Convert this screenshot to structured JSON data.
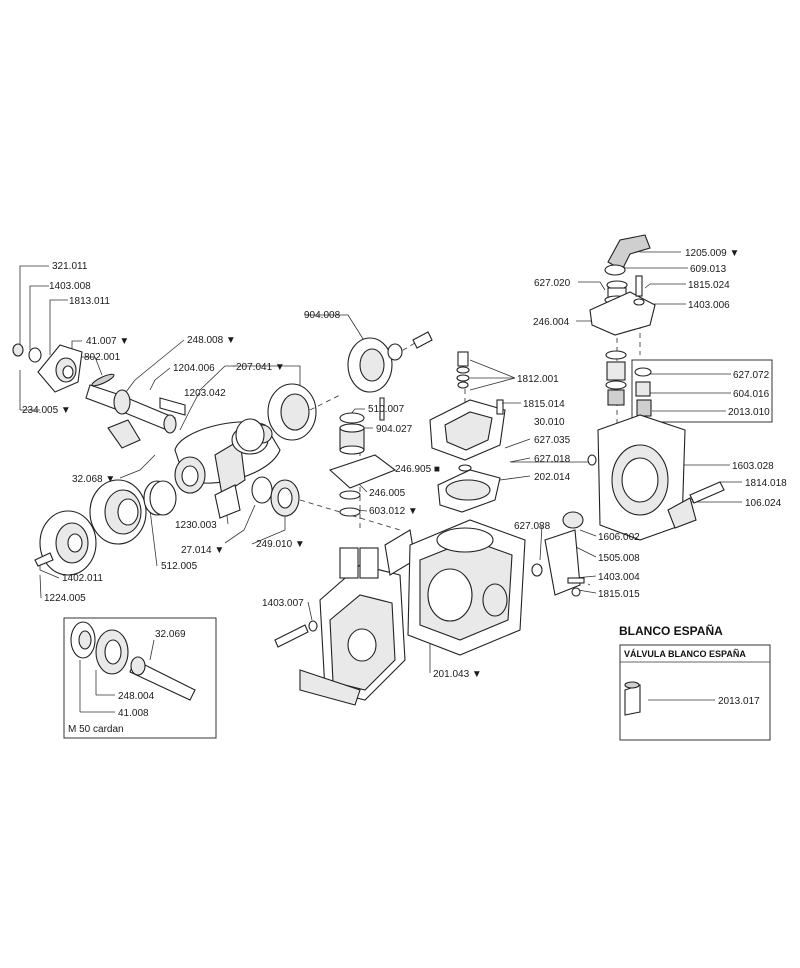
{
  "section_title": "BLANCO ESPAÑA",
  "valve_box_title": "VÁLVULA BLANCO ESPAÑA",
  "valve_part": "2013.017",
  "cardan_caption": "M 50 cardan",
  "cardan_parts": [
    "32.069",
    "248.004",
    "41.008"
  ],
  "part_numbers": [
    {
      "id": "p321011",
      "text": "321.011"
    },
    {
      "id": "p1403008",
      "text": "1403.008"
    },
    {
      "id": "p1813011",
      "text": "1813.011"
    },
    {
      "id": "p41007",
      "text": "41.007 ▼"
    },
    {
      "id": "p802001",
      "text": "802.001"
    },
    {
      "id": "p234005",
      "text": "234.005 ▼"
    },
    {
      "id": "p248008",
      "text": "248.008 ▼"
    },
    {
      "id": "p1204006",
      "text": "1204.006"
    },
    {
      "id": "p1203042",
      "text": "1203.042"
    },
    {
      "id": "p207041",
      "text": "207.041 ▼"
    },
    {
      "id": "p32068",
      "text": "32.068 ▼"
    },
    {
      "id": "p1230003",
      "text": "1230.003"
    },
    {
      "id": "p27014",
      "text": "27.014 ▼"
    },
    {
      "id": "p249010",
      "text": "249.010 ▼"
    },
    {
      "id": "p512005",
      "text": "512.005"
    },
    {
      "id": "p1402011",
      "text": "1402.011"
    },
    {
      "id": "p1224005",
      "text": "1224.005"
    },
    {
      "id": "p904008",
      "text": "904.008"
    },
    {
      "id": "p510007",
      "text": "510.007"
    },
    {
      "id": "p904027",
      "text": "904.027"
    },
    {
      "id": "p246905",
      "text": "246.905 ■"
    },
    {
      "id": "p246005",
      "text": "246.005"
    },
    {
      "id": "p603012",
      "text": "603.012 ▼"
    },
    {
      "id": "p1403007",
      "text": "1403.007"
    },
    {
      "id": "p1812001",
      "text": "1812.001"
    },
    {
      "id": "p1815014",
      "text": "1815.014"
    },
    {
      "id": "p30010",
      "text": "30.010"
    },
    {
      "id": "p627035",
      "text": "627.035"
    },
    {
      "id": "p627018",
      "text": "627.018"
    },
    {
      "id": "p202014",
      "text": "202.014"
    },
    {
      "id": "p627088",
      "text": "627.088"
    },
    {
      "id": "p201043",
      "text": "201.043 ▼"
    },
    {
      "id": "p1205009",
      "text": "1205.009 ▼"
    },
    {
      "id": "p609013",
      "text": "609.013"
    },
    {
      "id": "p627020",
      "text": "627.020"
    },
    {
      "id": "p1815024",
      "text": "1815.024"
    },
    {
      "id": "p1403006",
      "text": "1403.006"
    },
    {
      "id": "p246004",
      "text": "246.004"
    },
    {
      "id": "p627072",
      "text": "627.072"
    },
    {
      "id": "p604016",
      "text": "604.016"
    },
    {
      "id": "p2013010",
      "text": "2013.010"
    },
    {
      "id": "p1603028",
      "text": "1603.028"
    },
    {
      "id": "p1814018",
      "text": "1814.018"
    },
    {
      "id": "p106024",
      "text": "106.024"
    },
    {
      "id": "p1606002",
      "text": "1606.002"
    },
    {
      "id": "p1505008",
      "text": "1505.008"
    },
    {
      "id": "p1403004",
      "text": "1403.004"
    },
    {
      "id": "p1815015",
      "text": "1815.015"
    }
  ]
}
